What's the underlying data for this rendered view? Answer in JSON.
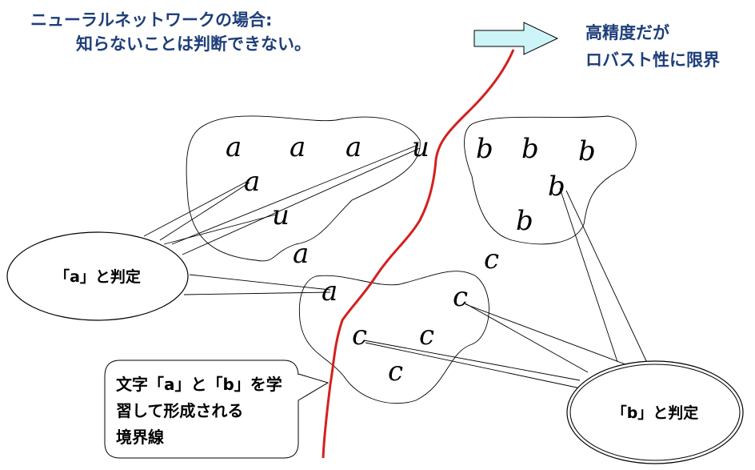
{
  "title": {
    "line1": "ニューラルネットワークの場合:",
    "line2": "知らないことは判断できない。"
  },
  "conclusion": {
    "line1": "高精度だが",
    "line2": "ロバスト性に限界"
  },
  "judge_a": "「a」と判定",
  "judge_b": "「b」と判定",
  "callout": {
    "line1": "文字「a」と「b」を学",
    "line2": "習して形成される",
    "line3": "境界線"
  },
  "letters": {
    "a_cluster": [
      "a",
      "a",
      "a",
      "u",
      "a",
      "u",
      "a",
      "a"
    ],
    "b_cluster": [
      "b",
      "b",
      "b",
      "b",
      "b"
    ],
    "c_cluster": [
      "c",
      "c",
      "c",
      "c",
      "c"
    ]
  },
  "colors": {
    "title": "#1f3f7a",
    "boundary": "#d42020",
    "arrow": "#cdf4f7"
  }
}
